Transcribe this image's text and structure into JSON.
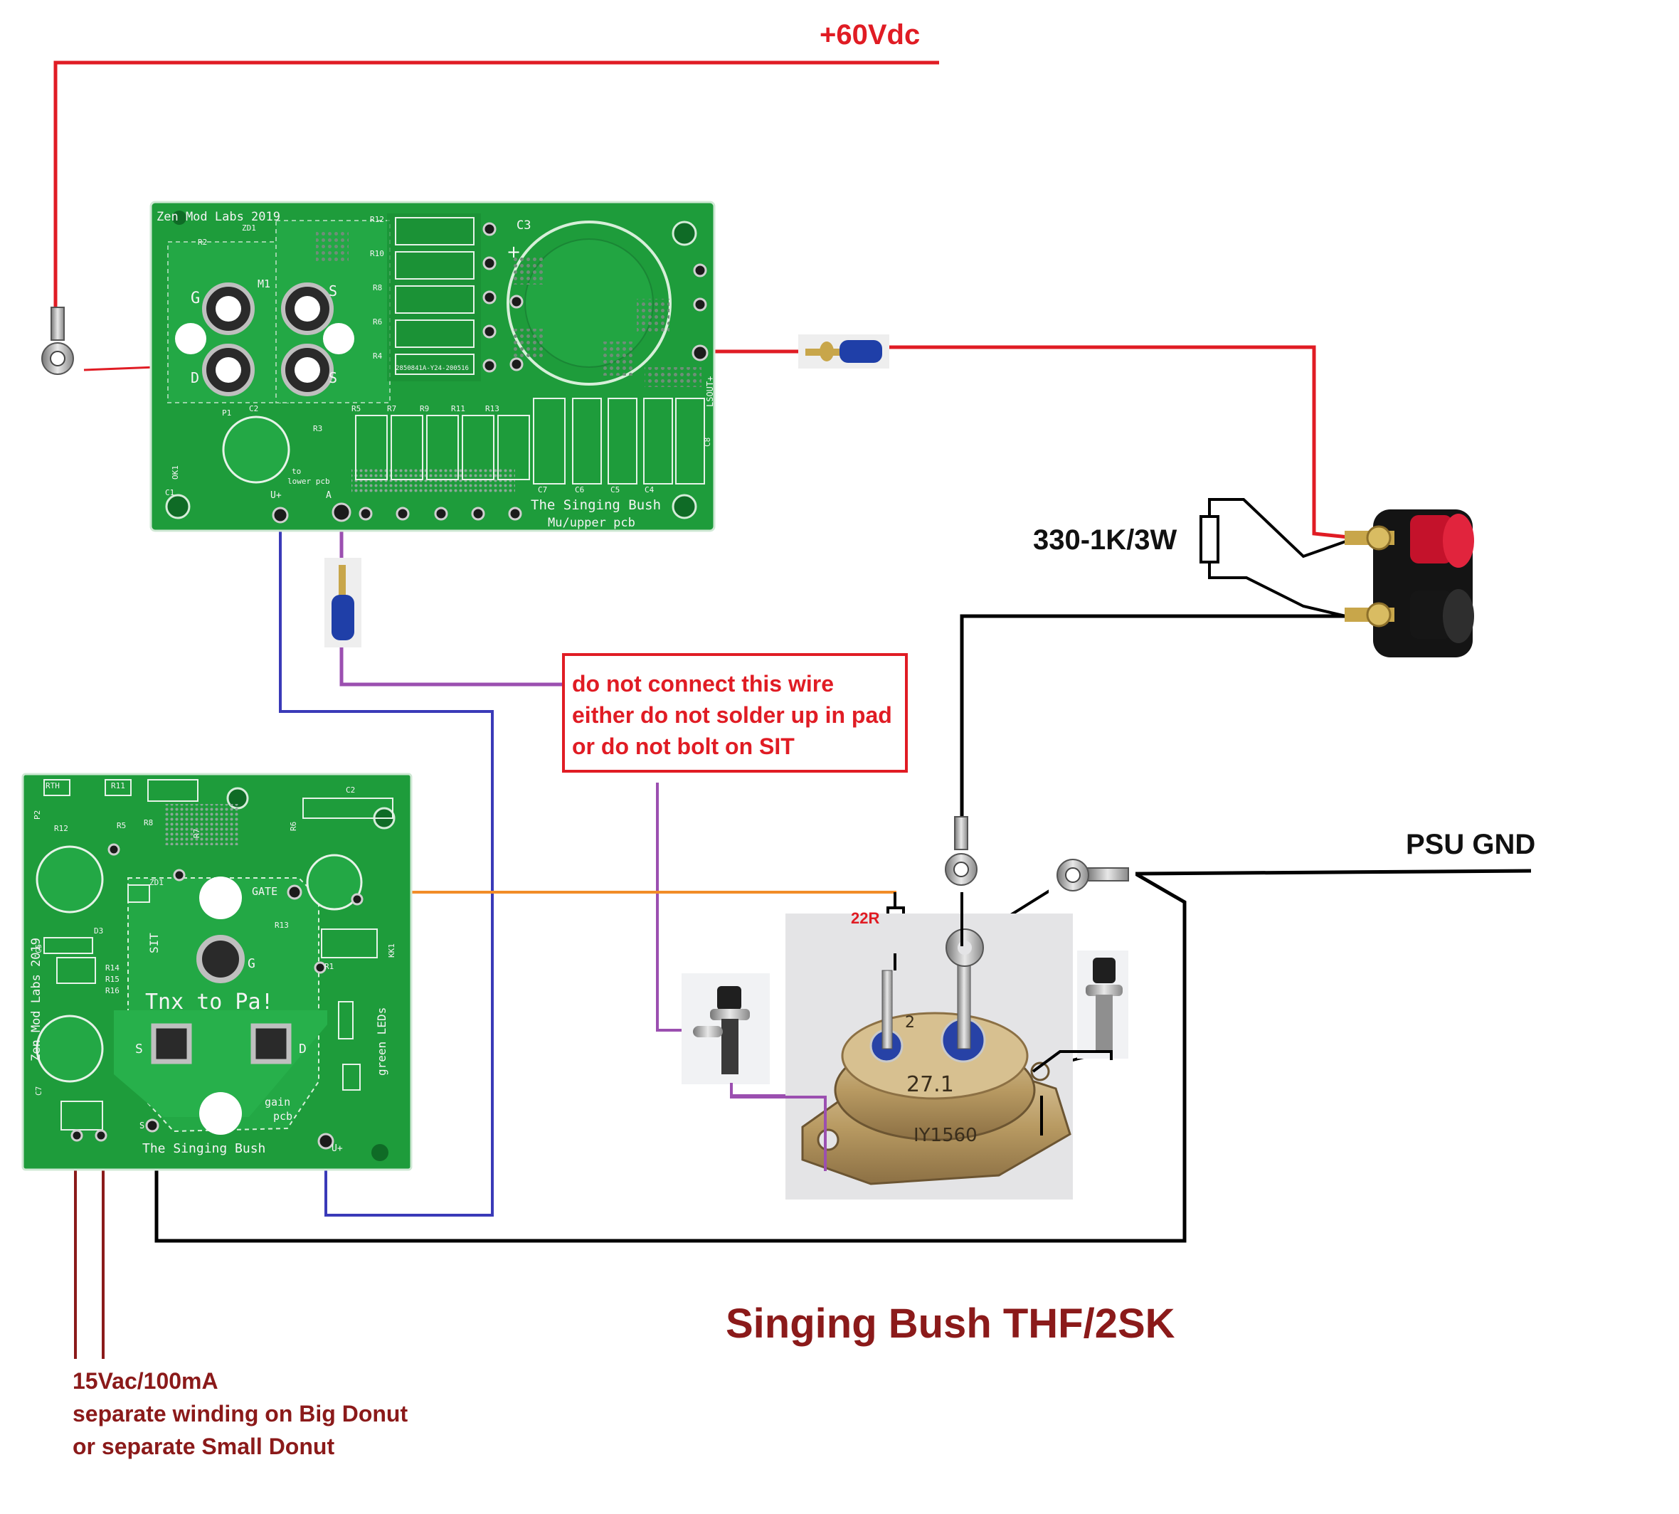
{
  "labels": {
    "supply_voltage": "+60Vdc",
    "resistor_value": "330-1K/3W",
    "psu_gnd": "PSU GND",
    "gate_resistor": "22R",
    "title": "Singing Bush THF/2SK",
    "ac_supply": [
      "15Vac/100mA",
      "separate winding on Big Donut",
      "or separate Small Donut"
    ],
    "warning": [
      "do not connect  this wire",
      "either do not solder up in pad",
      "or do not bolt on SIT"
    ]
  },
  "upper_pcb": {
    "header": "Zen Mod Labs 2019",
    "footer_1": "The Singing Bush",
    "footer_2": "Mu/upper pcb",
    "to_lower": [
      "to",
      "lower pcb"
    ],
    "serial": "2850841A-Y24-200516",
    "silk": {
      "g": "G",
      "m1": "M1",
      "s1": "S",
      "d": "D",
      "s2": "S",
      "zd1": "ZD1",
      "r2": "R2",
      "r12": "R12",
      "r10": "R10",
      "r8": "R8",
      "r6": "R6",
      "r4": "R4",
      "c3": "C3",
      "r5": "R5",
      "r7": "R7",
      "r9": "R9",
      "r11": "R11",
      "r13": "R13",
      "c7": "C7",
      "c6": "C6",
      "c5": "C5",
      "c4": "C4",
      "p1": "P1",
      "c2": "C2",
      "r3": "R3",
      "c1": "C1",
      "u": "U+",
      "a": "A",
      "lsout": "LSOUT+",
      "c8": "C8",
      "ok1": "OK1"
    }
  },
  "lower_pcb": {
    "vertical_brand": "Zen Mod Labs 2019",
    "thanks": "Tnx to Pa!",
    "footer": "The Singing Bush",
    "gain": [
      "gain",
      "pcb"
    ],
    "leds": "green LEDs",
    "silk": {
      "rth": "RTH",
      "r11": "R11",
      "r14": "R14",
      "c2": "C2",
      "r12": "R12",
      "r5": "R5",
      "r8": "R8",
      "r6": "R6",
      "zd1": "ZD1",
      "gate": "GATE",
      "r13": "R13",
      "sit": "SIT",
      "g": "G",
      "s": "S",
      "d": "D",
      "c5": "C5",
      "c7": "C7",
      "d3": "D3",
      "r15": "R15",
      "r16": "R16",
      "r1": "R1",
      "kk1": "KK1",
      "u": "U+",
      "s_pad": "S",
      "p2": "P2",
      "r7": "R7"
    }
  },
  "transistor": {
    "marking_1": "27.1",
    "marking_2": "IY1560",
    "marking_3": "2"
  },
  "colors": {
    "supply_wire": "#e01c24",
    "output_wire": "#e01c24",
    "ground_wire": "#000000",
    "u_plus_wire": "#3a3ab8",
    "disconnected_wire": "#9b4fb0",
    "gate_wire": "#f28c28",
    "ac_wire": "#8b1a1a",
    "title_color": "#8b1a1a",
    "warning_color": "#e01c24",
    "pcb_green": "#1f9a3a"
  },
  "icons": [
    "ring-terminal-icon",
    "spade-connector-icon",
    "binding-post-icon",
    "resistor-symbol-icon",
    "bolt-icon",
    "to3-transistor-icon"
  ]
}
